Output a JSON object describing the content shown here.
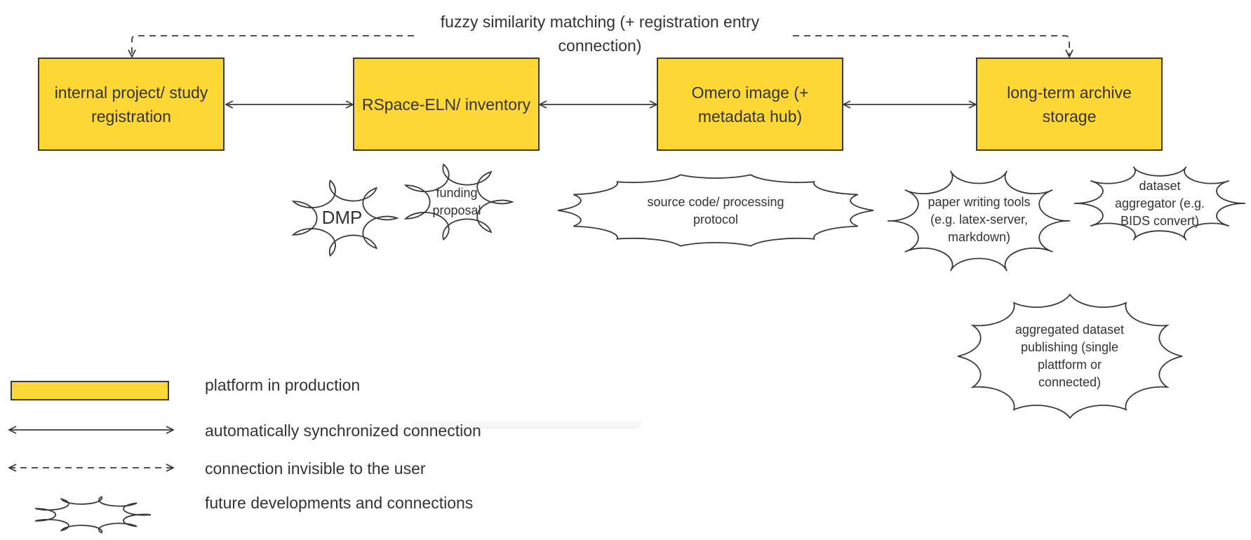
{
  "colors": {
    "platform_fill": "#FDD835",
    "stroke": "#3a3a3a",
    "text": "#333333"
  },
  "top_connection": {
    "label": "fuzzy similarity matching (+ registration entry connection)"
  },
  "platforms": [
    {
      "id": "registration",
      "label": "internal project/ study registration"
    },
    {
      "id": "rspace",
      "label": "RSpace-ELN/ inventory"
    },
    {
      "id": "omero",
      "label": "Omero image (+ metadata hub)"
    },
    {
      "id": "archive",
      "label": "long-term archive storage"
    }
  ],
  "clouds": [
    {
      "id": "dmp",
      "label": "DMP"
    },
    {
      "id": "funding",
      "label": "funding proposal"
    },
    {
      "id": "source-code",
      "label": "source code/ processing protocol"
    },
    {
      "id": "paper-writing",
      "label": "paper writing tools (e.g. latex-server, markdown)"
    },
    {
      "id": "dataset-aggregator",
      "label": "dataset aggregator (e.g. BIDS convert)"
    },
    {
      "id": "aggregated-publishing",
      "label": "aggregated dataset publishing (single plattform or connected)"
    }
  ],
  "legend": {
    "platform": "platform in production",
    "sync_connection": "automatically synchronized connection",
    "invisible_connection": "connection invisible to the user",
    "future": "future developments and connections"
  }
}
